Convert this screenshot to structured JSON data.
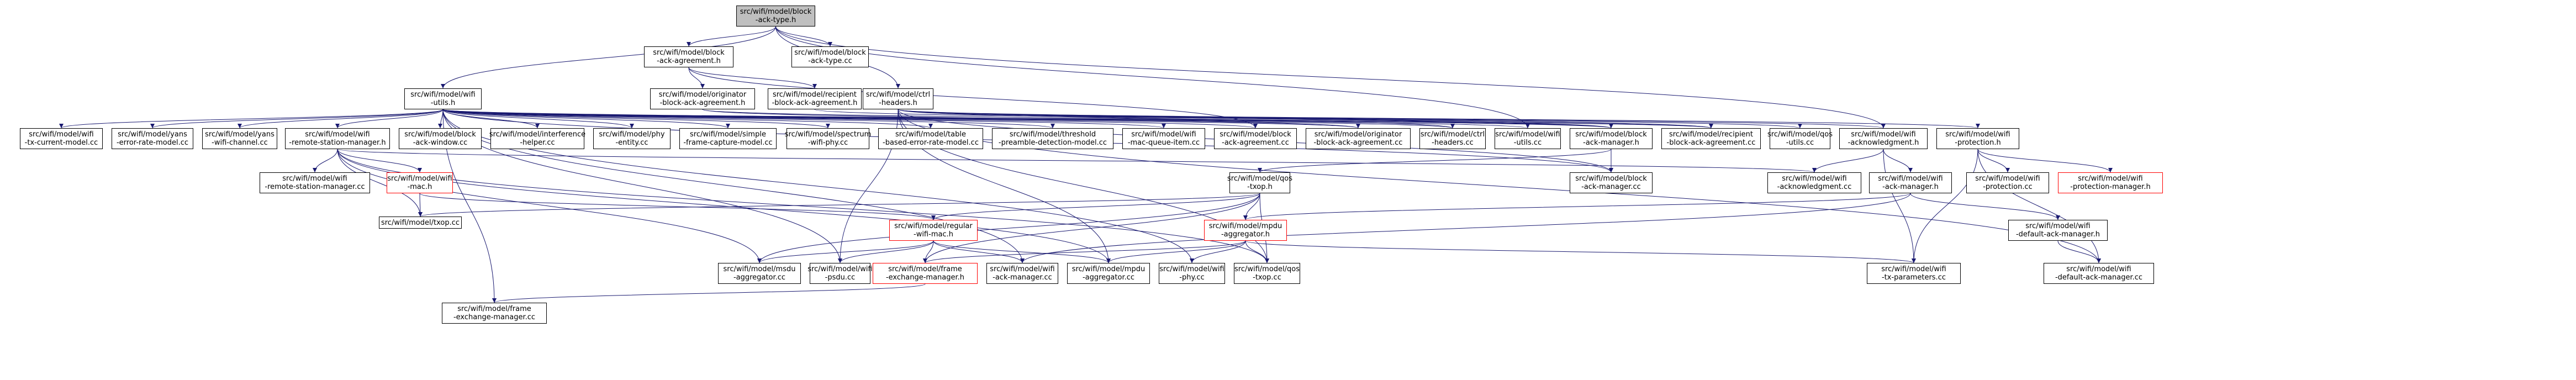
{
  "diagram": {
    "colors": {
      "edge": "#191970",
      "node_border": "#000000",
      "truncated_border": "#ff0000",
      "focus_fill": "#bfbfbf",
      "background": "#ffffff"
    },
    "nodes": [
      {
        "id": "blockacktype",
        "label": "src/wifi/model/block\n-ack-type.h",
        "focus": true
      },
      {
        "id": "blockackagreement_h",
        "label": "src/wifi/model/block\n-ack-agreement.h"
      },
      {
        "id": "blockacktype_cc",
        "label": "src/wifi/model/block\n-ack-type.cc"
      },
      {
        "id": "wifiutils_h",
        "label": "src/wifi/model/wifi\n-utils.h"
      },
      {
        "id": "ctrlheaders_h",
        "label": "src/wifi/model/ctrl\n-headers.h"
      },
      {
        "id": "originator_h",
        "label": "src/wifi/model/originator\n-block-ack-agreement.h"
      },
      {
        "id": "recipient_h",
        "label": "src/wifi/model/recipient\n-block-ack-agreement.h"
      },
      {
        "id": "txcurrent",
        "label": "src/wifi/model/wifi\n-tx-current-model.cc"
      },
      {
        "id": "yanserror",
        "label": "src/wifi/model/yans\n-error-rate-model.cc"
      },
      {
        "id": "yanschannel",
        "label": "src/wifi/model/yans\n-wifi-channel.cc"
      },
      {
        "id": "rsm_h",
        "label": "src/wifi/model/wifi\n-remote-station-manager.h"
      },
      {
        "id": "blockackwindow",
        "label": "src/wifi/model/block\n-ack-window.cc"
      },
      {
        "id": "interference",
        "label": "src/wifi/model/interference\n-helper.cc"
      },
      {
        "id": "phyentity",
        "label": "src/wifi/model/phy\n-entity.cc"
      },
      {
        "id": "simpleframe",
        "label": "src/wifi/model/simple\n-frame-capture-model.cc"
      },
      {
        "id": "spectrum",
        "label": "src/wifi/model/spectrum\n-wifi-phy.cc"
      },
      {
        "id": "tableerror",
        "label": "src/wifi/model/table\n-based-error-rate-model.cc"
      },
      {
        "id": "threshold",
        "label": "src/wifi/model/threshold\n-preamble-detection-model.cc"
      },
      {
        "id": "macqueue",
        "label": "src/wifi/model/wifi\n-mac-queue-item.cc"
      },
      {
        "id": "bacagree_cc",
        "label": "src/wifi/model/block\n-ack-agreement.cc"
      },
      {
        "id": "originator_cc",
        "label": "src/wifi/model/originator\n-block-ack-agreement.cc"
      },
      {
        "id": "ctrlheaders_cc",
        "label": "src/wifi/model/ctrl\n-headers.cc"
      },
      {
        "id": "wifiutils_cc",
        "label": "src/wifi/model/wifi\n-utils.cc"
      },
      {
        "id": "bam_h",
        "label": "src/wifi/model/block\n-ack-manager.h"
      },
      {
        "id": "recipient_cc",
        "label": "src/wifi/model/recipient\n-block-ack-agreement.cc"
      },
      {
        "id": "qosutils",
        "label": "src/wifi/model/qos\n-utils.cc"
      },
      {
        "id": "ack_h",
        "label": "src/wifi/model/wifi\n-acknowledgment.h"
      },
      {
        "id": "prot_h",
        "label": "src/wifi/model/wifi\n-protection.h"
      },
      {
        "id": "rsm_cc",
        "label": "src/wifi/model/wifi\n-remote-station-manager.cc"
      },
      {
        "id": "mac_h",
        "label": "src/wifi/model/wifi\n-mac.h",
        "truncated": true
      },
      {
        "id": "qostxop_h",
        "label": "src/wifi/model/qos\n-txop.h"
      },
      {
        "id": "bam_cc",
        "label": "src/wifi/model/block\n-ack-manager.cc"
      },
      {
        "id": "ack_cc",
        "label": "src/wifi/model/wifi\n-acknowledgment.cc"
      },
      {
        "id": "ackmgr_h",
        "label": "src/wifi/model/wifi\n-ack-manager.h"
      },
      {
        "id": "prot_cc",
        "label": "src/wifi/model/wifi\n-protection.cc"
      },
      {
        "id": "protmgr_h",
        "label": "src/wifi/model/wifi\n-protection-manager.h",
        "truncated": true
      },
      {
        "id": "txop_cc",
        "label": "src/wifi/model/txop.cc"
      },
      {
        "id": "regmac_h",
        "label": "src/wifi/model/regular\n-wifi-mac.h",
        "truncated": true
      },
      {
        "id": "mpduagg_h",
        "label": "src/wifi/model/mpdu\n-aggregator.h",
        "truncated": true
      },
      {
        "id": "defackmgr_h",
        "label": "src/wifi/model/wifi\n-default-ack-manager.h"
      },
      {
        "id": "framemgr_h",
        "label": "src/wifi/model/frame\n-exchange-manager.h",
        "truncated": true
      },
      {
        "id": "msdu_cc",
        "label": "src/wifi/model/msdu\n-aggregator.cc"
      },
      {
        "id": "psdu_cc",
        "label": "src/wifi/model/wifi\n-psdu.cc"
      },
      {
        "id": "ackmgr_cc",
        "label": "src/wifi/model/wifi\n-ack-manager.cc"
      },
      {
        "id": "mpduagg_cc",
        "label": "src/wifi/model/mpdu\n-aggregator.cc"
      },
      {
        "id": "phy_cc",
        "label": "src/wifi/model/wifi\n-phy.cc"
      },
      {
        "id": "qostxop_cc",
        "label": "src/wifi/model/qos\n-txop.cc"
      },
      {
        "id": "txparams_cc",
        "label": "src/wifi/model/wifi\n-tx-parameters.cc"
      },
      {
        "id": "defackmgr_cc",
        "label": "src/wifi/model/wifi\n-default-ack-manager.cc"
      },
      {
        "id": "framemgr_cc",
        "label": "src/wifi/model/frame\n-exchange-manager.cc"
      }
    ],
    "edges": [
      [
        "blockacktype",
        "blockackagreement_h"
      ],
      [
        "blockacktype",
        "blockacktype_cc"
      ],
      [
        "blockacktype",
        "wifiutils_h"
      ],
      [
        "blockacktype",
        "ctrlheaders_h"
      ],
      [
        "blockacktype",
        "wifiutils_cc"
      ],
      [
        "blockacktype",
        "ack_h"
      ],
      [
        "blockackagreement_h",
        "originator_h"
      ],
      [
        "blockackagreement_h",
        "recipient_h"
      ],
      [
        "blockackagreement_h",
        "bacagree_cc"
      ],
      [
        "originator_h",
        "originator_cc"
      ],
      [
        "originator_h",
        "bam_h"
      ],
      [
        "recipient_h",
        "recipient_cc"
      ],
      [
        "wifiutils_h",
        "txcurrent"
      ],
      [
        "wifiutils_h",
        "yanserror"
      ],
      [
        "wifiutils_h",
        "yanschannel"
      ],
      [
        "wifiutils_h",
        "rsm_h"
      ],
      [
        "wifiutils_h",
        "blockackwindow"
      ],
      [
        "wifiutils_h",
        "interference"
      ],
      [
        "wifiutils_h",
        "phyentity"
      ],
      [
        "wifiutils_h",
        "simpleframe"
      ],
      [
        "wifiutils_h",
        "spectrum"
      ],
      [
        "wifiutils_h",
        "tableerror"
      ],
      [
        "wifiutils_h",
        "threshold"
      ],
      [
        "wifiutils_h",
        "macqueue"
      ],
      [
        "wifiutils_h",
        "bacagree_cc"
      ],
      [
        "wifiutils_h",
        "originator_cc"
      ],
      [
        "wifiutils_h",
        "ctrlheaders_cc"
      ],
      [
        "wifiutils_h",
        "wifiutils_cc"
      ],
      [
        "wifiutils_h",
        "bam_h"
      ],
      [
        "wifiutils_h",
        "recipient_cc"
      ],
      [
        "wifiutils_h",
        "framemgr_cc"
      ],
      [
        "wifiutils_h",
        "psdu_cc"
      ],
      [
        "wifiutils_h",
        "phy_cc"
      ],
      [
        "wifiutils_h",
        "ackmgr_cc"
      ],
      [
        "wifiutils_h",
        "bam_cc"
      ],
      [
        "ctrlheaders_h",
        "ctrlheaders_cc"
      ],
      [
        "ctrlheaders_h",
        "bam_h"
      ],
      [
        "ctrlheaders_h",
        "recipient_cc"
      ],
      [
        "ctrlheaders_h",
        "qosutils"
      ],
      [
        "ctrlheaders_h",
        "ack_h"
      ],
      [
        "ctrlheaders_h",
        "prot_h"
      ],
      [
        "ctrlheaders_h",
        "bam_cc"
      ],
      [
        "ctrlheaders_h",
        "mpduagg_cc"
      ],
      [
        "ctrlheaders_h",
        "qostxop_cc"
      ],
      [
        "ctrlheaders_h",
        "defackmgr_cc"
      ],
      [
        "ctrlheaders_h",
        "psdu_cc"
      ],
      [
        "bam_h",
        "bam_cc"
      ],
      [
        "bam_h",
        "qostxop_h"
      ],
      [
        "rsm_h",
        "rsm_cc"
      ],
      [
        "rsm_h",
        "mac_h"
      ],
      [
        "rsm_h",
        "txop_cc"
      ],
      [
        "rsm_h",
        "msdu_cc"
      ],
      [
        "rsm_h",
        "mpduagg_cc"
      ],
      [
        "rsm_h",
        "qostxop_cc"
      ],
      [
        "rsm_h",
        "ack_cc"
      ],
      [
        "mac_h",
        "txop_cc"
      ],
      [
        "mac_h",
        "regmac_h"
      ],
      [
        "qostxop_h",
        "txop_cc"
      ],
      [
        "qostxop_h",
        "regmac_h"
      ],
      [
        "qostxop_h",
        "mpduagg_h"
      ],
      [
        "qostxop_h",
        "msdu_cc"
      ],
      [
        "qostxop_h",
        "framemgr_h"
      ],
      [
        "qostxop_h",
        "qostxop_cc"
      ],
      [
        "regmac_h",
        "framemgr_h"
      ],
      [
        "regmac_h",
        "msdu_cc"
      ],
      [
        "regmac_h",
        "psdu_cc"
      ],
      [
        "regmac_h",
        "ackmgr_cc"
      ],
      [
        "regmac_h",
        "mpduagg_cc"
      ],
      [
        "mpduagg_h",
        "framemgr_h"
      ],
      [
        "mpduagg_h",
        "mpduagg_cc"
      ],
      [
        "mpduagg_h",
        "phy_cc"
      ],
      [
        "mpduagg_h",
        "qostxop_cc"
      ],
      [
        "mpduagg_h",
        "txparams_cc"
      ],
      [
        "framemgr_h",
        "framemgr_cc"
      ],
      [
        "ack_h",
        "ack_cc"
      ],
      [
        "ack_h",
        "ackmgr_h"
      ],
      [
        "ack_h",
        "txparams_cc"
      ],
      [
        "ackmgr_h",
        "ackmgr_cc"
      ],
      [
        "ackmgr_h",
        "defackmgr_h"
      ],
      [
        "ackmgr_h",
        "mpduagg_h"
      ],
      [
        "defackmgr_h",
        "defackmgr_cc"
      ],
      [
        "prot_h",
        "prot_cc"
      ],
      [
        "prot_h",
        "protmgr_h"
      ],
      [
        "prot_h",
        "txparams_cc"
      ],
      [
        "prot_h",
        "defackmgr_cc"
      ]
    ]
  }
}
